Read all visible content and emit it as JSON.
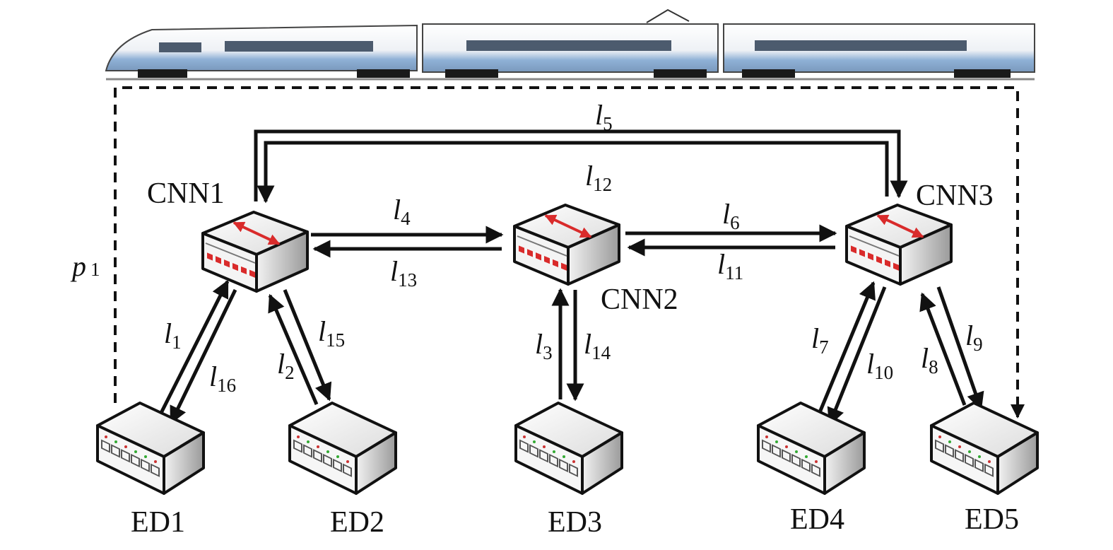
{
  "diagram": {
    "train": {
      "icon": "high-speed-train-icon"
    },
    "switches": [
      {
        "id": "cnn1",
        "label": "CNN1",
        "icon": "network-switch-icon"
      },
      {
        "id": "cnn2",
        "label": "CNN2",
        "icon": "network-switch-icon"
      },
      {
        "id": "cnn3",
        "label": "CNN3",
        "icon": "network-switch-icon"
      }
    ],
    "end_devices": [
      {
        "id": "ed1",
        "label": "ED1",
        "icon": "end-device-icon"
      },
      {
        "id": "ed2",
        "label": "ED2",
        "icon": "end-device-icon"
      },
      {
        "id": "ed3",
        "label": "ED3",
        "icon": "end-device-icon"
      },
      {
        "id": "ed4",
        "label": "ED4",
        "icon": "end-device-icon"
      },
      {
        "id": "ed5",
        "label": "ED5",
        "icon": "end-device-icon"
      }
    ],
    "links": [
      {
        "id": "l1",
        "sym": "l",
        "sub": "1",
        "from": "ED1",
        "to": "CNN1"
      },
      {
        "id": "l16",
        "sym": "l",
        "sub": "16",
        "from": "CNN1",
        "to": "ED1"
      },
      {
        "id": "l2",
        "sym": "l",
        "sub": "2",
        "from": "ED2",
        "to": "CNN1"
      },
      {
        "id": "l15",
        "sym": "l",
        "sub": "15",
        "from": "CNN1",
        "to": "ED2"
      },
      {
        "id": "l4",
        "sym": "l",
        "sub": "4",
        "from": "CNN1",
        "to": "CNN2"
      },
      {
        "id": "l13",
        "sym": "l",
        "sub": "13",
        "from": "CNN2",
        "to": "CNN1"
      },
      {
        "id": "l5",
        "sym": "l",
        "sub": "5",
        "from": "CNN1",
        "to": "CNN3"
      },
      {
        "id": "l12",
        "sym": "l",
        "sub": "12",
        "from": "CNN3",
        "to": "CNN1"
      },
      {
        "id": "l6",
        "sym": "l",
        "sub": "6",
        "from": "CNN2",
        "to": "CNN3"
      },
      {
        "id": "l11",
        "sym": "l",
        "sub": "11",
        "from": "CNN3",
        "to": "CNN2"
      },
      {
        "id": "l3",
        "sym": "l",
        "sub": "3",
        "from": "ED3",
        "to": "CNN2"
      },
      {
        "id": "l14",
        "sym": "l",
        "sub": "14",
        "from": "CNN2",
        "to": "ED3"
      },
      {
        "id": "l7",
        "sym": "l",
        "sub": "7",
        "from": "ED4",
        "to": "CNN3"
      },
      {
        "id": "l10",
        "sym": "l",
        "sub": "10",
        "from": "CNN3",
        "to": "ED4"
      },
      {
        "id": "l8",
        "sym": "l",
        "sub": "8",
        "from": "ED5",
        "to": "CNN3"
      },
      {
        "id": "l9",
        "sym": "l",
        "sub": "9",
        "from": "CNN3",
        "to": "ED5"
      }
    ],
    "path": {
      "id": "p1",
      "sym": "p",
      "sub": "1",
      "from": "ED1",
      "to": "ED5",
      "style": "dashed"
    }
  }
}
